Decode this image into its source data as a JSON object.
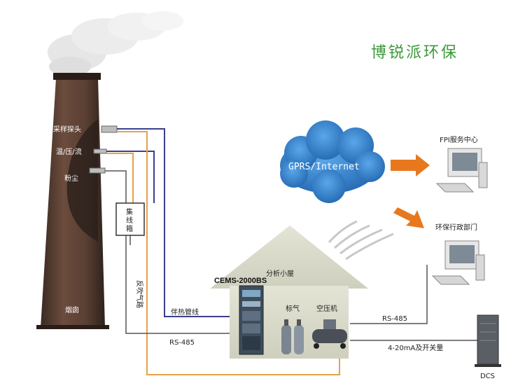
{
  "brand": {
    "text": "博锐派环保",
    "color": "#3a9a3a"
  },
  "chimney": {
    "name": "烟囱",
    "probes": [
      "采样探头",
      "温/压/流",
      "粉尘"
    ]
  },
  "junction_box": "集线箱",
  "cloud": {
    "text": "GPRS/Internet",
    "color": "#2f7fc8"
  },
  "destinations": [
    "FPI服务中心",
    "环保行政部门",
    "DCS"
  ],
  "house": {
    "title": "分析小屋",
    "analyzer": "CEMS-2000BS",
    "gas": "标气",
    "compressor": "空压机"
  },
  "lines": {
    "heat_pipe": "伴热管线",
    "rs485_left": "RS-485",
    "air_pipe": "反吹气路",
    "rs485_right": "RS-485",
    "analog": "4-20mA及开关量"
  },
  "colors": {
    "signal": "#3b3f8f",
    "air": "#e8a14a",
    "cable": "#555555",
    "arrow": "#e8781e"
  },
  "icons": [
    "smoke-icon",
    "chimney-icon",
    "cloud-icon",
    "computer-icon",
    "server-icon",
    "arrow-icon",
    "wireless-signal-icon",
    "gas-cylinder-icon",
    "compressor-icon",
    "analyzer-cabinet-icon"
  ]
}
